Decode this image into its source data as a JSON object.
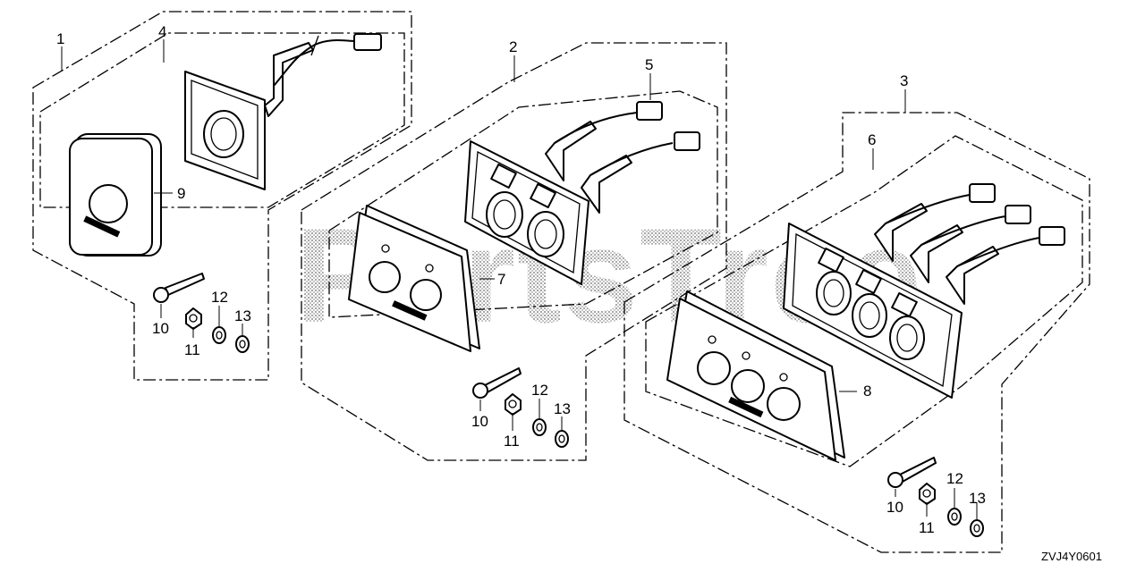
{
  "callouts": {
    "c1": "1",
    "c2": "2",
    "c3": "3",
    "c4": "4",
    "c5": "5",
    "c6": "6",
    "c7": "7",
    "c8": "8",
    "c9": "9",
    "g1_10": "10",
    "g1_11": "11",
    "g1_12": "12",
    "g1_13": "13",
    "g2_10": "10",
    "g2_11": "11",
    "g2_12": "12",
    "g2_13": "13",
    "g3_10": "10",
    "g3_11": "11",
    "g3_12": "12",
    "g3_13": "13"
  },
  "watermark": "PartsTree",
  "diagram_code": "ZVJ4Y0601",
  "colors": {
    "ink": "#000000",
    "paper": "#ffffff",
    "watermark": "#9a9a9a"
  }
}
